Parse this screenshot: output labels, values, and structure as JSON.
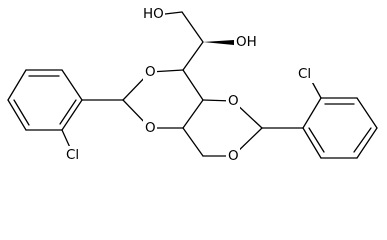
{
  "structure": {
    "atom_labels": {
      "oh_top": "HO",
      "oh_right": "OH",
      "ring_o_left_top": "O",
      "ring_o_left_bottom": "O",
      "ring_o_right_top": "O",
      "ring_o_right_bottom": "O",
      "cl_left": "Cl",
      "cl_right": "Cl"
    }
  }
}
